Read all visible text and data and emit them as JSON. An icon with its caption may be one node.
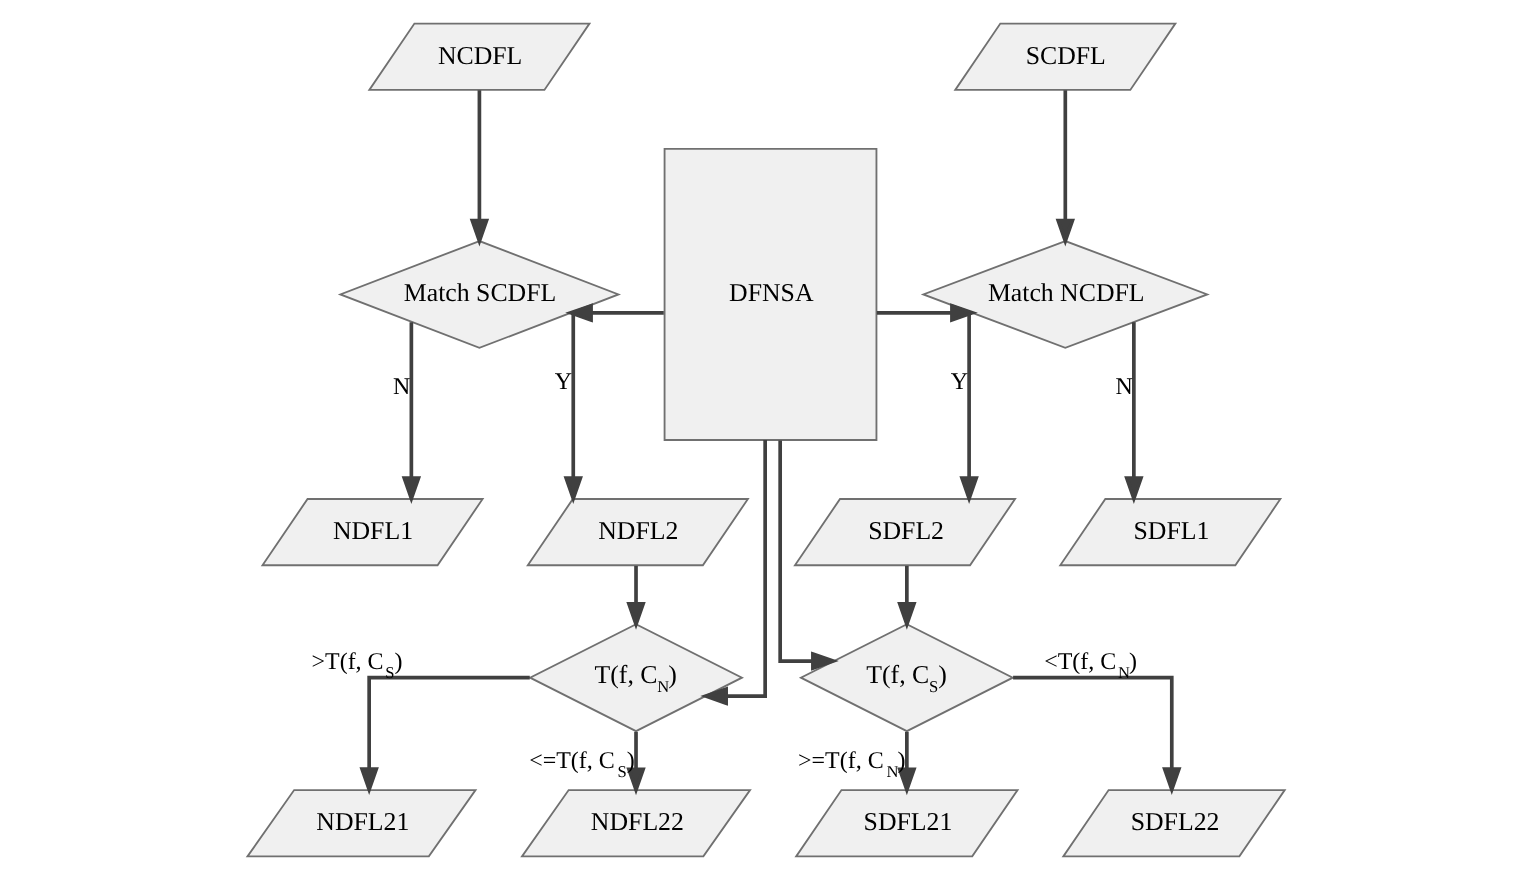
{
  "diagram": {
    "nodes": [
      {
        "text": [
          "NCDFL"
        ]
      },
      {
        "text": [
          "SCDFL"
        ]
      },
      {
        "text": [
          "Match SCDFL"
        ]
      },
      {
        "text": [
          "DFNSA"
        ]
      },
      {
        "text": [
          "Match NCDFL"
        ]
      },
      {
        "text": [
          "NDFL1"
        ]
      },
      {
        "text": [
          "NDFL2"
        ]
      },
      {
        "text": [
          "SDFL2"
        ]
      },
      {
        "text": [
          "SDFL1"
        ]
      },
      {
        "text": [
          "T(f, C$_{N}$)"
        ]
      },
      {
        "text": [
          "T(f, C$_{S}$)"
        ]
      },
      {
        "text": [
          "NDFL21"
        ]
      },
      {
        "text": [
          "NDFL22"
        ]
      },
      {
        "text": [
          "SDFL21"
        ]
      },
      {
        "text": [
          "SDFL22"
        ]
      }
    ],
    "edges": [
      {
        "from": 0,
        "to": 2,
        "arrow": "to"
      },
      {
        "from": 1,
        "to": 4,
        "arrow": "to"
      },
      {
        "from": 3,
        "to": 2,
        "arrow": "to"
      },
      {
        "from": 3,
        "to": 4,
        "arrow": "to"
      },
      {
        "from": 2,
        "to": 5,
        "arrow": "to",
        "label": "N"
      },
      {
        "from": 2,
        "to": 6,
        "arrow": "to",
        "label": "Y"
      },
      {
        "from": 4,
        "to": 7,
        "arrow": "to",
        "label": "Y"
      },
      {
        "from": 4,
        "to": 8,
        "arrow": "to",
        "label": "N"
      },
      {
        "from": 6,
        "to": 9,
        "arrow": "to"
      },
      {
        "from": 7,
        "to": 10,
        "arrow": "to"
      },
      {
        "from": 3,
        "to": 9,
        "arrow": "to"
      },
      {
        "from": 3,
        "to": 10,
        "arrow": "to"
      },
      {
        "from": 9,
        "to": 11,
        "arrow": "to",
        "label": ">T(f, C$_{S}$)"
      },
      {
        "from": 9,
        "to": 12,
        "arrow": "to",
        "label": "<=T(f, C$_{S}$)"
      },
      {
        "from": 10,
        "to": 13,
        "arrow": "to",
        "label": ">=T(f, C$_{N}$)"
      },
      {
        "from": 10,
        "to": 14,
        "arrow": "to",
        "label": "<T(f, C$_{N}$)"
      }
    ]
  }
}
